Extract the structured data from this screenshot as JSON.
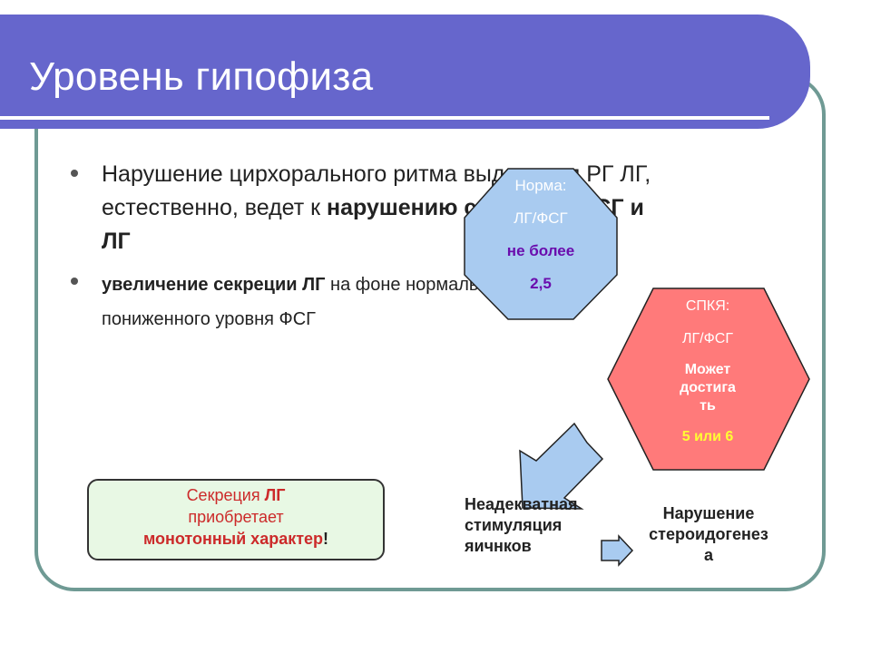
{
  "slide": {
    "title": "Уровень гипофиза",
    "bullets": {
      "b1": {
        "line1": "Нарушение цирхорального ритма выделения РГ ЛГ,",
        "line2_pre": "естественно, ведет к ",
        "line2_bold": "нарушению секреции ФСГ и",
        "line3_bold": "ЛГ"
      },
      "b2": {
        "bold": "увеличение секреции ЛГ",
        "rest1": " на фоне нормального или",
        "line2": "пониженного уровня ФСГ"
      }
    },
    "norm_octagon": {
      "label": "Норма:",
      "ratio": "ЛГ/ФСГ",
      "limit": "не более",
      "value": "2,5"
    },
    "pcos_hexagon": {
      "label": "СПКЯ:",
      "ratio": "ЛГ/ФСГ",
      "line1": "Может",
      "line2": "достига",
      "line3": "ть",
      "value": "5 или 6"
    },
    "lh_box": {
      "pre": "Секреция ",
      "lh": "ЛГ",
      "line2": "приобретает",
      "bold": "монотонный характер",
      "excl": "!"
    },
    "flow": {
      "left": [
        "Неадекватная",
        "стимуляция",
        "яичнков"
      ],
      "right": [
        "Нарушение",
        "стероидогенез",
        "а"
      ]
    },
    "colors": {
      "title_bar": "#6666cc",
      "frame": "#6f9a94",
      "octagon_fill": "#a9cbf0",
      "hexagon_fill": "#ff7a7a",
      "arrow_fill": "#a9cbf0",
      "accent_red": "#cc2a2a",
      "accent_purple": "#6a0dad",
      "accent_yellow": "#ffff33"
    }
  }
}
